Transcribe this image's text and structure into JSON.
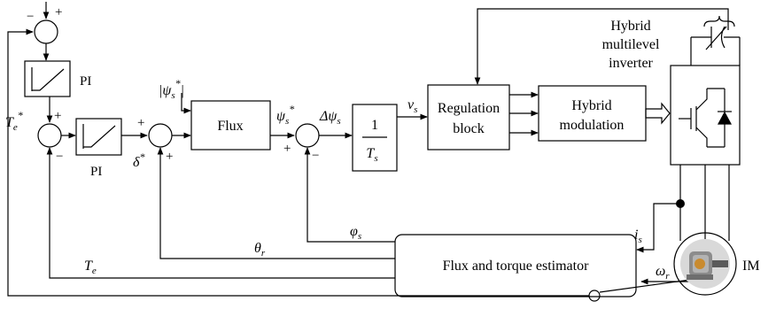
{
  "blocks": {
    "pi_outer": "PI",
    "pi_inner": "PI",
    "flux": "Flux",
    "inv_ts_num": "1",
    "inv_ts_den": "T",
    "inv_ts_den_sub": "s",
    "regulation_line1": "Regulation",
    "regulation_line2": "block",
    "modulation_line1": "Hybrid",
    "modulation_line2": "modulation",
    "estimator": "Flux and torque estimator"
  },
  "inverter_caption": {
    "line1": "Hybrid",
    "line2": "multilevel",
    "line3": "inverter"
  },
  "motor_label": "IM",
  "signs": {
    "s1_top_minus": "−",
    "s1_top_plus": "+",
    "s2_top_plus": "+",
    "s2_bottom_minus": "−",
    "s3_left_plus": "+",
    "s3_bottom_plus": "+",
    "s4_left_plus": "+",
    "s4_bottom_minus": "−"
  },
  "signals": {
    "te_ref": "T",
    "te_ref_sub": "e",
    "te_ref_sup": "*",
    "psi_abs_ref": "|ψ",
    "psi_abs_ref_sub": "s",
    "psi_abs_ref_sup": "*",
    "psi_abs_ref_close": "|",
    "delta_ref": "δ",
    "delta_ref_sup": "*",
    "psi_ref": "ψ",
    "psi_ref_sub": "s",
    "psi_ref_sup": "*",
    "dpsi": "Δψ",
    "dpsi_sub": "s",
    "vs": "v",
    "vs_sub": "s",
    "phi": "φ",
    "phi_sub": "s",
    "theta": "θ",
    "theta_sub": "r",
    "te": "T",
    "te_sub": "e",
    "is": "i",
    "is_sub": "s",
    "wr": "ω",
    "wr_sub": "r"
  }
}
